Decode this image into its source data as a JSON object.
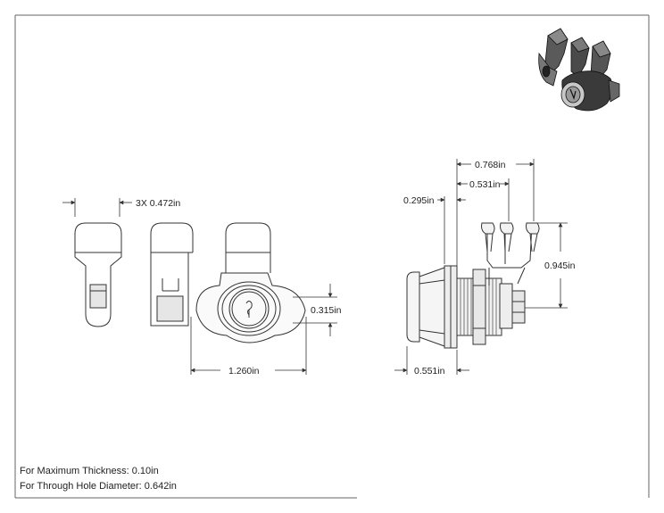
{
  "drawing": {
    "dimensions": {
      "cam_spacing": "3X 0.472in",
      "key_height": "0.315in",
      "body_width": "1.260in",
      "overall_depth": "0.768in",
      "cam_offset": "0.531in",
      "nut_offset": "0.295in",
      "cam_height": "0.945in",
      "body_depth": "0.551in"
    },
    "notes": {
      "max_thickness": "For Maximum Thickness: 0.10in",
      "through_hole": "For Through Hole Diameter: 0.642in"
    },
    "colors": {
      "line": "#333333",
      "border": "#555555",
      "shade": "#e4e4e4",
      "render": "#3a3a3a"
    }
  }
}
